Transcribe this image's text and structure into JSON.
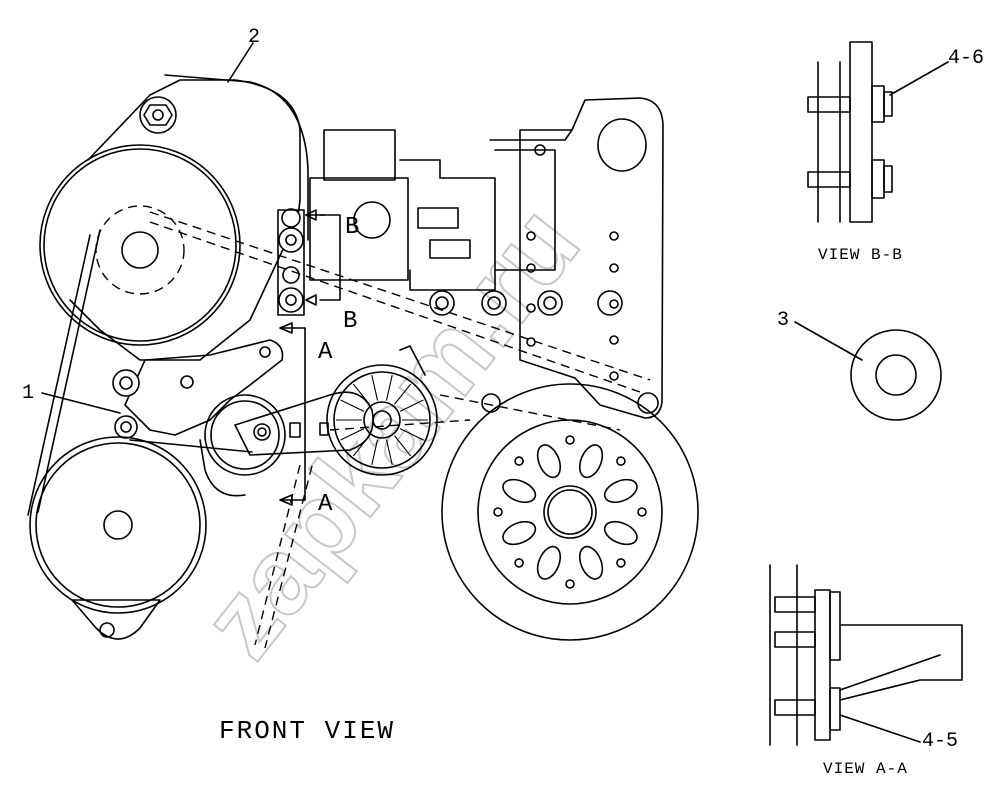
{
  "labels": {
    "part_1": "1",
    "part_2": "2",
    "part_3": "3",
    "part_4_6": "4-6",
    "part_4_5": "4-5",
    "section_b_top": "B",
    "section_b_bottom": "B",
    "section_a_top": "A",
    "section_a_bottom": "A"
  },
  "captions": {
    "front_view": "FRONT VIEW",
    "view_bb": "VIEW B-B",
    "view_aa": "VIEW A-A"
  },
  "watermark": "zapkam.ru",
  "colors": {
    "line": "#000000",
    "watermark": "#c8c8c8",
    "background": "#ffffff"
  }
}
